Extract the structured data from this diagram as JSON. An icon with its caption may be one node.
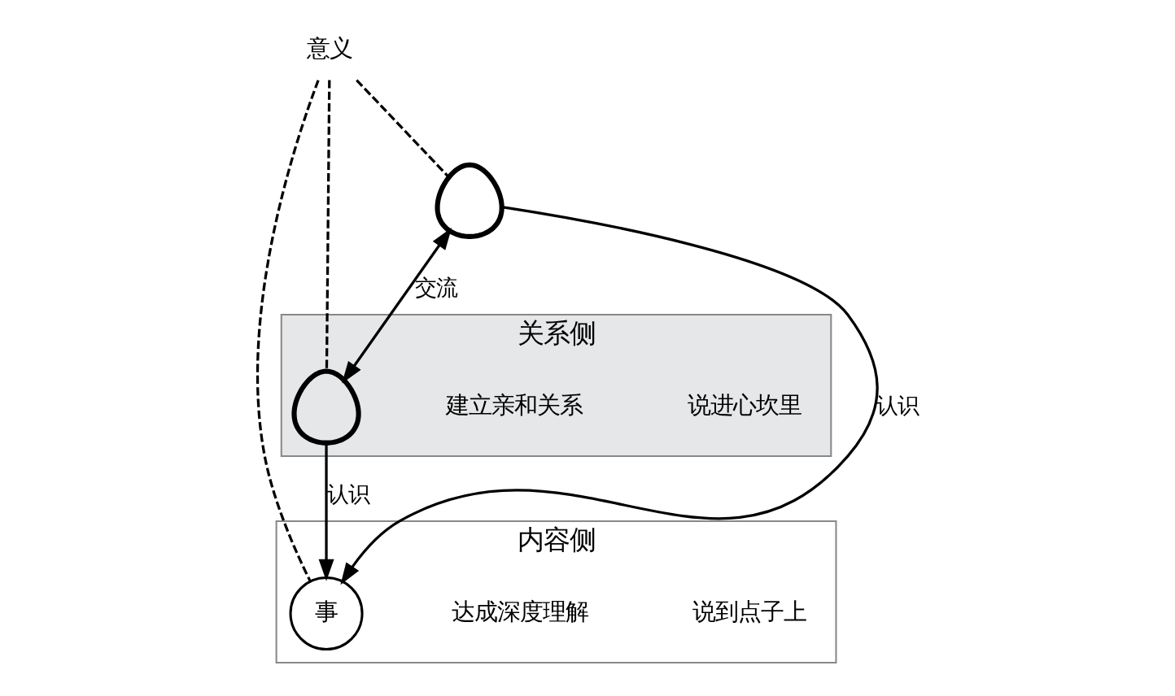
{
  "diagram": {
    "nodes": [
      {
        "text": [
          "内容侧"
        ]
      },
      {
        "text": [
          "关系侧"
        ]
      },
      {
        "text": [
          "说到点子上"
        ],
        "in": 0
      },
      {
        "text": [
          "达成深度理解"
        ],
        "in": 0
      },
      {
        "text": [
          "事"
        ],
        "in": 0
      },
      {
        "text": [
          "说进心坎里"
        ],
        "in": 1
      },
      {
        "text": [
          "建立亲和关系"
        ],
        "in": 1
      },
      {
        "text": [],
        "shape": "person",
        "in": 1
      },
      {
        "text": [],
        "shape": "person"
      },
      {
        "text": [
          "意义"
        ]
      }
    ],
    "edges": [
      {
        "from": 8,
        "to": 4,
        "arrow": "to",
        "label": "认识"
      },
      {
        "from": 8,
        "to": 7,
        "arrow": "both",
        "label": "交流"
      },
      {
        "from": 7,
        "to": 4,
        "arrow": "to",
        "label": "认识"
      },
      {
        "from": 9,
        "to": 8,
        "arrow": "none",
        "style": "dashed"
      },
      {
        "from": 9,
        "to": 4,
        "arrow": "none",
        "style": "dashed"
      },
      {
        "from": 9,
        "to": 7,
        "arrow": "none",
        "style": "dashed"
      }
    ]
  }
}
